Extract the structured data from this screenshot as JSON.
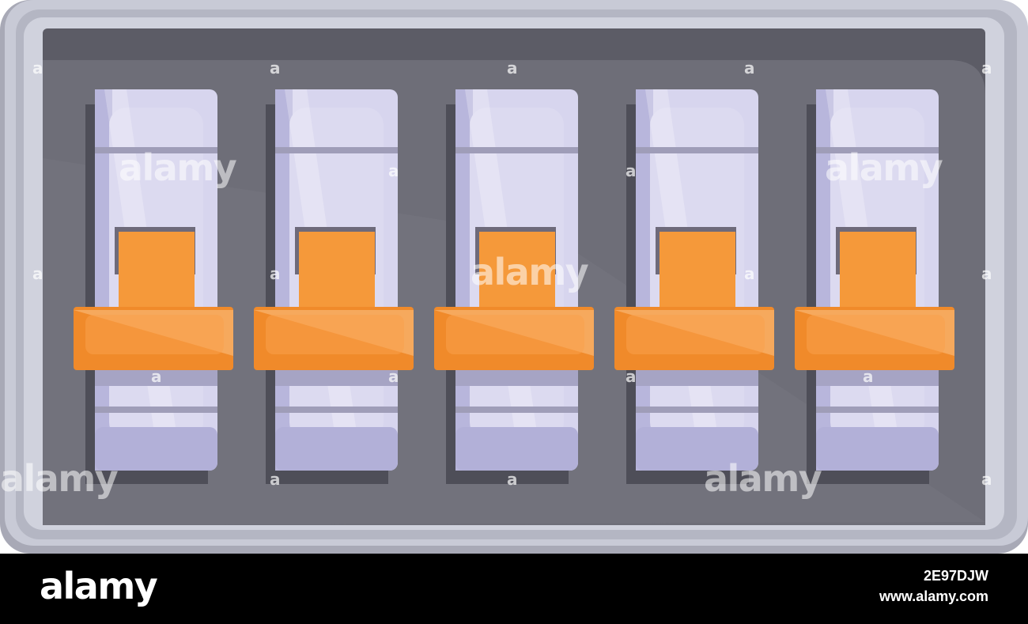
{
  "watermark": {
    "brand": "alamy",
    "small_mark": "a"
  },
  "footer": {
    "logo": "alamy",
    "image_id": "2E97DJW",
    "site": "www.alamy.com"
  },
  "breaker_panel": {
    "switch_count": 5,
    "colors": {
      "frame": "#c9cbd6",
      "panel": "#6c6c76",
      "switch_body": "#d7d5ee",
      "toggle": "#f5993a"
    }
  }
}
